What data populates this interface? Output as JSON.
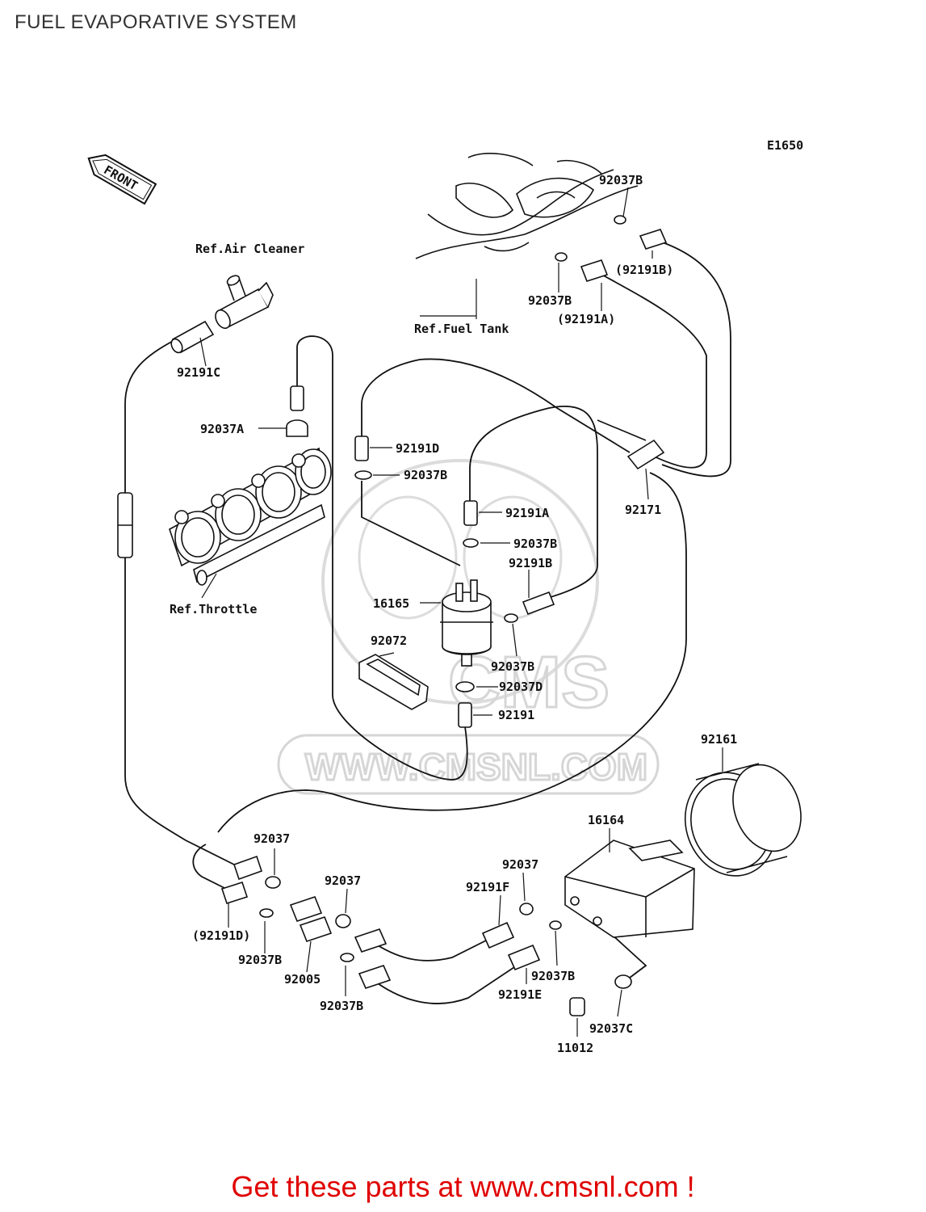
{
  "page": {
    "title": "FUEL EVAPORATIVE SYSTEM"
  },
  "diagram": {
    "code": "E1650",
    "front_label": "FRONT",
    "watermark": {
      "brand": "CMS",
      "url": "WWW.CMSNL.COM"
    },
    "references": {
      "air_cleaner": "Ref.Air Cleaner",
      "fuel_tank": "Ref.Fuel Tank",
      "throttle": "Ref.Throttle"
    },
    "parts": {
      "p92037B_top": "92037B",
      "p92191B_paren": "(92191B)",
      "p92037B_tank": "92037B",
      "p92191A_paren": "(92191A)",
      "p92191C": "92191C",
      "p92037A": "92037A",
      "p92191D": "92191D",
      "p92037B_sep_top": "92037B",
      "p92191A": "92191A",
      "p92037B_sep_mid": "92037B",
      "p92191B": "92191B",
      "p16165": "16165",
      "p92072": "92072",
      "p92037B_sep_side": "92037B",
      "p92037D": "92037D",
      "p92191": "92191",
      "p92171": "92171",
      "p92161": "92161",
      "p16164": "16164",
      "p92037_left": "92037",
      "p92037_mid": "92037",
      "p92037_right": "92037",
      "p92191F": "92191F",
      "p92191D_paren": "(92191D)",
      "p92037B_lower_left": "92037B",
      "p92005": "92005",
      "p92037B_lower_mid": "92037B",
      "p92191E": "92191E",
      "p92037B_canister": "92037B",
      "p92037C": "92037C",
      "p11012": "11012"
    }
  },
  "footer": {
    "text": "Get these parts at www.cmsnl.com !"
  },
  "colors": {
    "footer": "#e00000",
    "line": "#111111",
    "watermark": "#d6d6d6"
  }
}
